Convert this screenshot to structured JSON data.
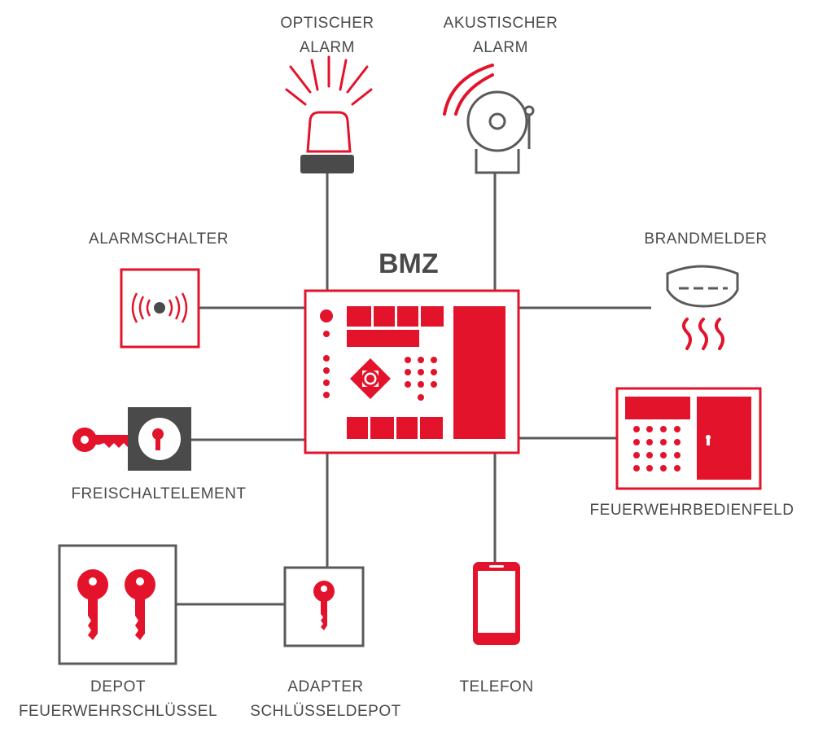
{
  "title": "BMZ",
  "labels": {
    "optical_alarm": [
      "OPTISCHER",
      "ALARM"
    ],
    "acoustic_alarm": [
      "AKUSTISCHER",
      "ALARM"
    ],
    "alarm_switch": "ALARMSCHALTER",
    "fire_detector": "BRANDMELDER",
    "release_element": "FREISCHALTELEMENT",
    "fire_panel": "FEUERWEHRBEDIENFELD",
    "key_depot": [
      "DEPOT",
      "FEUERWEHRSCHLÜSSEL"
    ],
    "adapter_depot": [
      "ADAPTER",
      "SCHLÜSSELDEPOT"
    ],
    "phone": "TELEFON"
  },
  "colors": {
    "accent": "#e3132b",
    "line": "#5a5a5a",
    "dark": "#4a4a4a"
  },
  "icons": {
    "optical_alarm": "beacon-light-icon",
    "acoustic_alarm": "alarm-bell-icon",
    "alarm_switch": "alarm-switch-icon",
    "fire_detector": "smoke-detector-icon",
    "release_element": "key-switch-icon",
    "fire_panel": "fire-brigade-panel-icon",
    "key_depot": "key-depot-icon",
    "adapter_depot": "adapter-key-depot-icon",
    "phone": "phone-icon",
    "bmz": "fire-alarm-control-panel-icon"
  }
}
